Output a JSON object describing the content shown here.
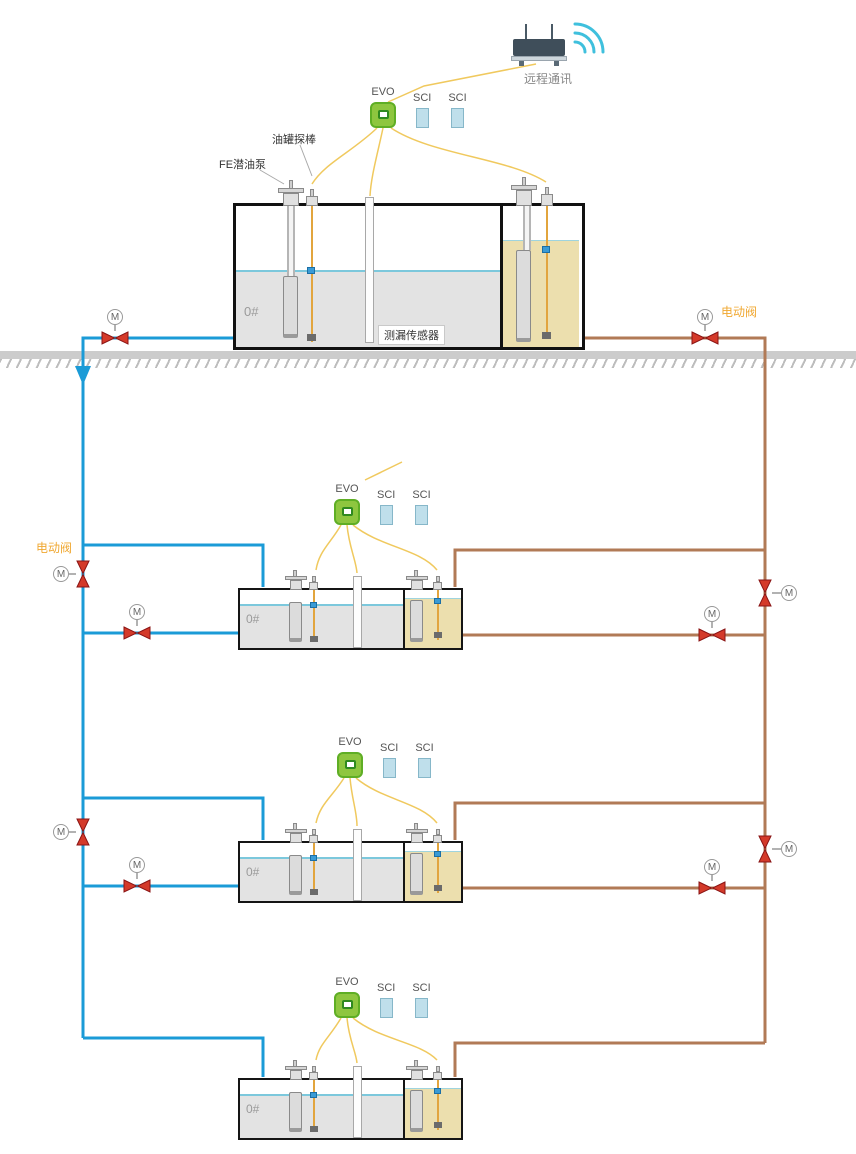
{
  "colors": {
    "pipe_blue": "#1b9bd7",
    "pipe_brown": "#b17a56",
    "wire_yellow": "#f0c95e",
    "valve_red": "#d43a2a",
    "evo_green": "#8ec63f",
    "sci_blue": "#bfdfeb",
    "diesel_fill": "#ecdfae",
    "water_fill": "#e3e3e3",
    "liquid_line": "#7cc8dc",
    "probe_wire": "#e2a53e",
    "label_orange": "#f0a832",
    "ground_gray": "#cccccc",
    "wifi_cyan": "#3fc0dd"
  },
  "labels": {
    "remote_comm": "远程通讯",
    "evo": "EVO",
    "sci": "SCI",
    "tank_probe": "油罐探棒",
    "fe_pump": "FE潜油泵",
    "leak_sensor": "测漏传感器",
    "motor_valve": "电动阀",
    "valve_m": "M",
    "tank_no": "0#"
  }
}
